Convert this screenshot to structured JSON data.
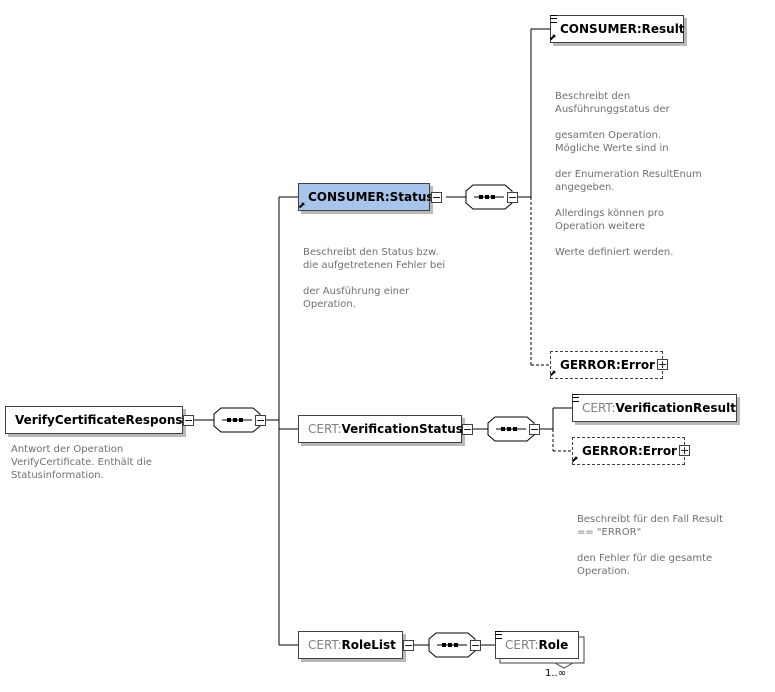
{
  "root": {
    "name": "VerifyCertificateResponse",
    "doc": "Antwort der Operation\nVerifyCertificate. Enthält die\nStatusinformation."
  },
  "status": {
    "prefix": "CONSUMER:",
    "name": "Status",
    "doc": "Beschreibt den Status bzw.\ndie aufgetretenen Fehler bei\n\nder Ausführung einer\nOperation."
  },
  "result": {
    "prefix": "CONSUMER:",
    "name": "Result",
    "doc": "Beschreibt den\nAusführunggstatus der\n\ngesamten Operation.\nMögliche Werte sind in\n\nder Enumeration ResultEnum\nangegeben.\n\nAllerdings können pro\nOperation weitere\n\nWerte definiert werden."
  },
  "status_error": {
    "prefix": "GERROR:",
    "name": "Error"
  },
  "verification_status": {
    "prefix": "CERT:",
    "name": "VerificationStatus"
  },
  "verification_result": {
    "prefix": "CERT:",
    "name": "VerificationResult"
  },
  "verification_error": {
    "prefix": "GERROR:",
    "name": "Error",
    "doc": "Beschreibt für den Fall Result\n== \"ERROR\"\n\nden Fehler für die gesamte\nOperation."
  },
  "role_list": {
    "prefix": "CERT:",
    "name": "RoleList"
  },
  "role": {
    "prefix": "CERT:",
    "name": "Role",
    "cardinality": "1..∞"
  },
  "symbols": {
    "collapse": "−",
    "expand": "+",
    "ref_arrow": "⬈"
  },
  "colors": {
    "selected": "#a9c4ea",
    "line": "#000000",
    "doc_text": "#707070"
  }
}
